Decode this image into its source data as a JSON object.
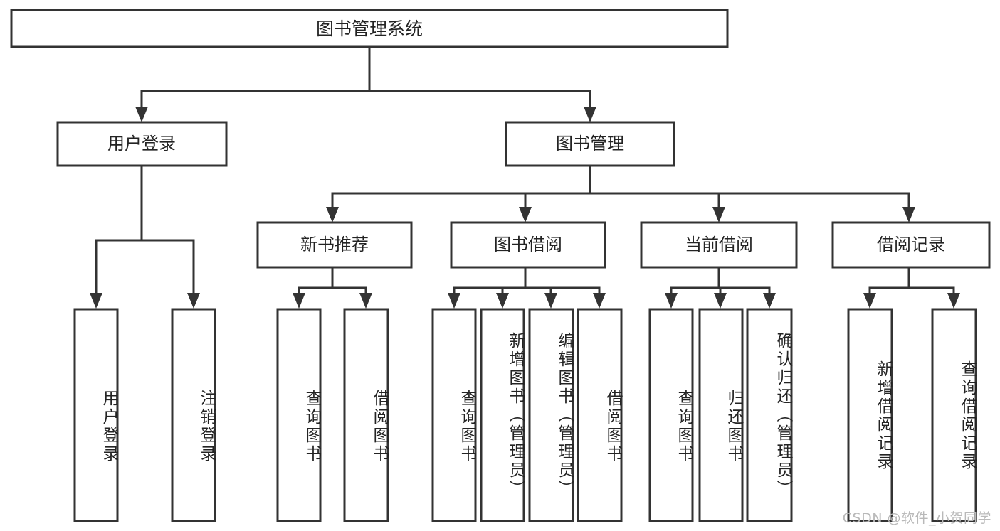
{
  "diagram": {
    "type": "tree-hierarchy",
    "title": "图书管理系统",
    "root": {
      "id": "root",
      "label": "图书管理系统",
      "orientation": "horizontal"
    },
    "level2": [
      {
        "id": "user-login",
        "label": "用户登录",
        "orientation": "horizontal"
      },
      {
        "id": "book-management",
        "label": "图书管理",
        "orientation": "horizontal"
      }
    ],
    "level3": [
      {
        "id": "new-book-recommend",
        "label": "新书推荐",
        "parent": "book-management",
        "orientation": "horizontal"
      },
      {
        "id": "book-borrow",
        "label": "图书借阅",
        "parent": "book-management",
        "orientation": "horizontal"
      },
      {
        "id": "current-borrow",
        "label": "当前借阅",
        "parent": "book-management",
        "orientation": "horizontal"
      },
      {
        "id": "borrow-record",
        "label": "借阅记录",
        "parent": "book-management",
        "orientation": "horizontal"
      }
    ],
    "leaves": [
      {
        "id": "leaf-user-login",
        "label": "用户登录",
        "parent": "user-login",
        "orientation": "vertical"
      },
      {
        "id": "leaf-user-logout",
        "label": "注销登录",
        "parent": "user-login",
        "orientation": "vertical"
      },
      {
        "id": "leaf-query-book-1",
        "label": "查询图书",
        "parent": "new-book-recommend",
        "orientation": "vertical"
      },
      {
        "id": "leaf-borrow-book-1",
        "label": "借阅图书",
        "parent": "new-book-recommend",
        "orientation": "vertical"
      },
      {
        "id": "leaf-query-book-2",
        "label": "查询图书",
        "parent": "book-borrow",
        "orientation": "vertical"
      },
      {
        "id": "leaf-add-book",
        "label": "新增图书（管理员）",
        "parent": "book-borrow",
        "orientation": "vertical"
      },
      {
        "id": "leaf-edit-book",
        "label": "编辑图书（管理员）",
        "parent": "book-borrow",
        "orientation": "vertical"
      },
      {
        "id": "leaf-borrow-book-2",
        "label": "借阅图书",
        "parent": "book-borrow",
        "orientation": "vertical"
      },
      {
        "id": "leaf-query-book-3",
        "label": "查询图书",
        "parent": "current-borrow",
        "orientation": "vertical"
      },
      {
        "id": "leaf-return-book",
        "label": "归还图书",
        "parent": "current-borrow",
        "orientation": "vertical"
      },
      {
        "id": "leaf-confirm-return",
        "label": "确认归还（管理员）",
        "parent": "current-borrow",
        "orientation": "vertical"
      },
      {
        "id": "leaf-add-record",
        "label": "新增借阅记录",
        "parent": "borrow-record",
        "orientation": "vertical"
      },
      {
        "id": "leaf-query-record",
        "label": "查询借阅记录",
        "parent": "borrow-record",
        "orientation": "vertical"
      }
    ],
    "colors": {
      "stroke": "#333333",
      "fill": "#ffffff",
      "text": "#232323",
      "watermark": "#b9b9b9"
    }
  },
  "watermark": {
    "text": "CSDN @软件_小贺同学"
  }
}
